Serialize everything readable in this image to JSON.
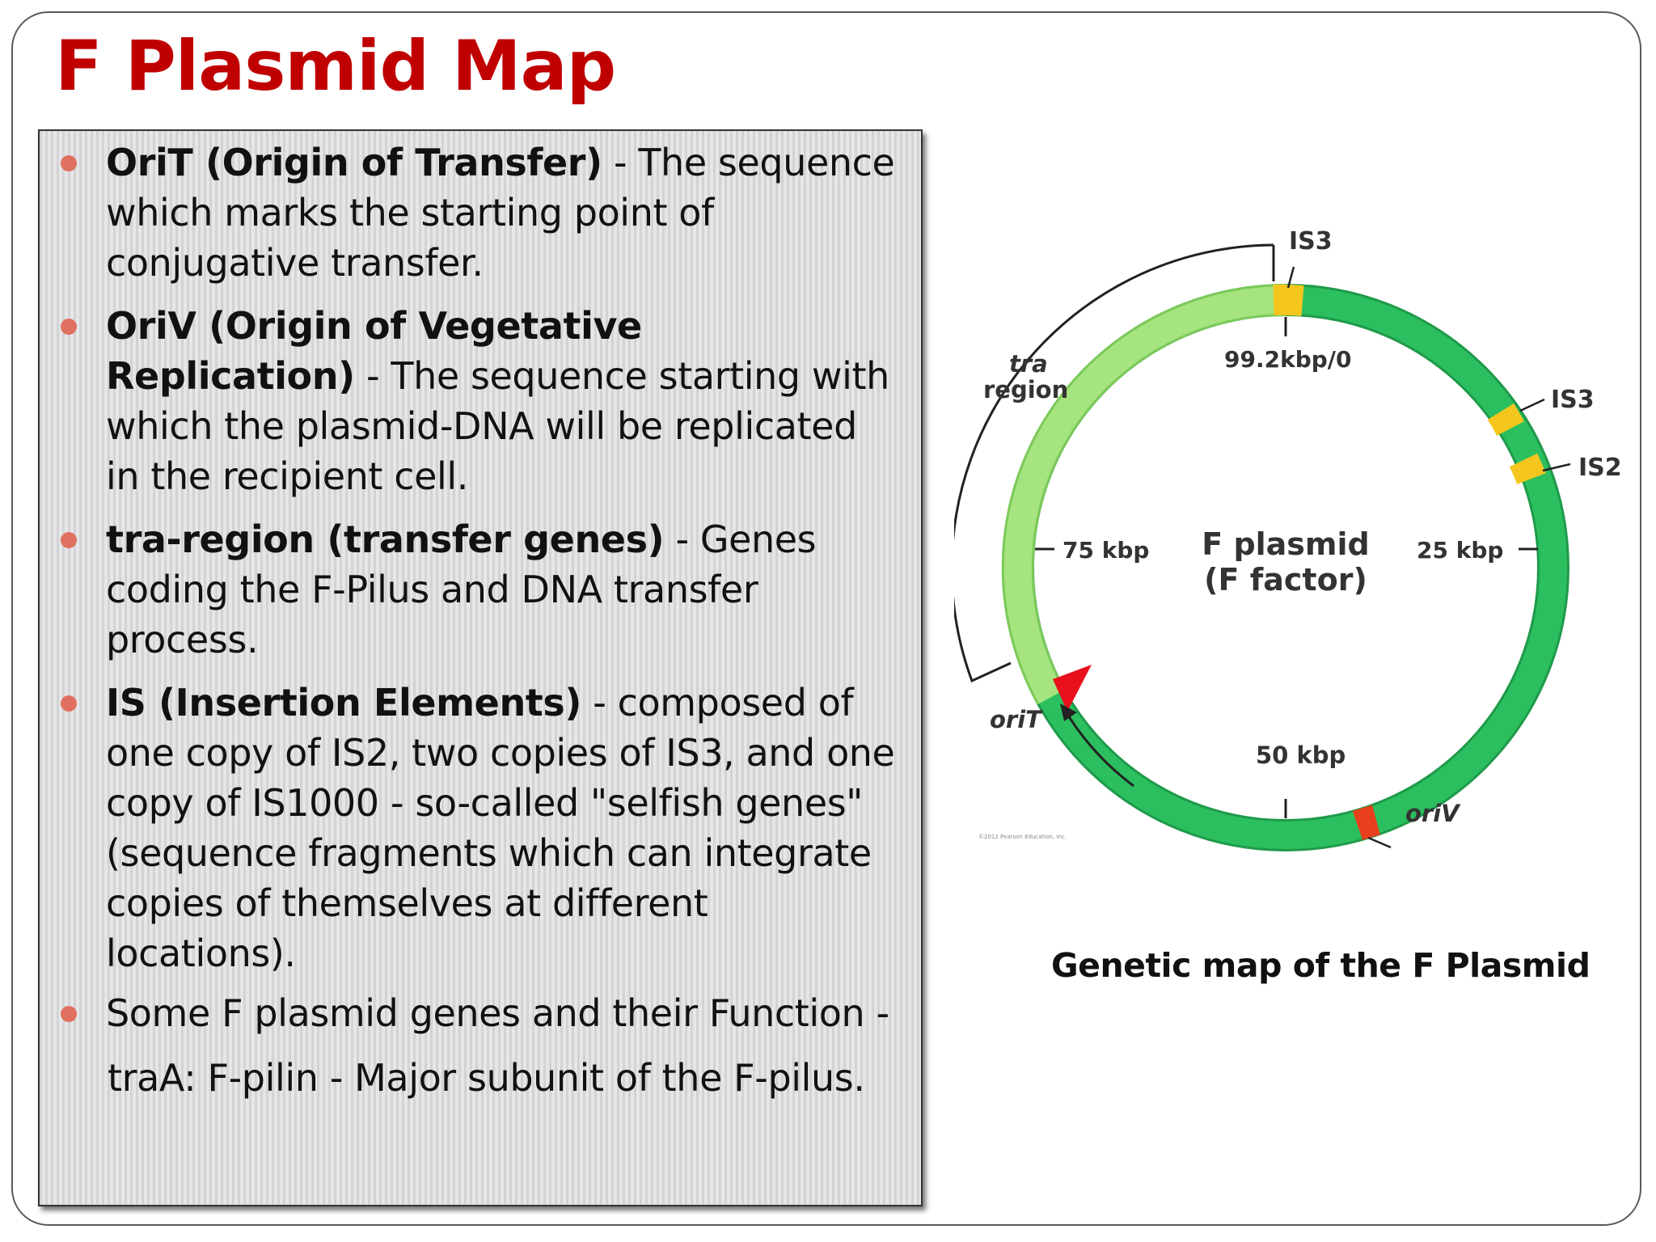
{
  "title": "F Plasmid Map",
  "bullets": [
    {
      "term": "OriT (Origin of Transfer)",
      "desc": " - The sequence which marks the starting point of conjugative transfer."
    },
    {
      "term": "OriV (Origin of Vegetative Replication)",
      "desc": " - The sequence starting with which the plasmid-DNA will be replicated in the recipient cell."
    },
    {
      "term": "tra-region (transfer genes)",
      "desc": " -  Genes coding the F-Pilus and DNA transfer process."
    },
    {
      "term": "IS (Insertion Elements)",
      "desc": " -  composed of one copy of IS2, two copies of IS3, and one copy of IS1000 -  so-called \"selfish genes\" (sequence fragments which can integrate copies of themselves at different locations)."
    },
    {
      "term": "",
      "desc": "Some F plasmid genes and their Function -"
    }
  ],
  "sub_line": "traA: F-pilin - Major subunit of the F-pilus.",
  "diagram": {
    "center_line1": "F plasmid",
    "center_line2": "(F factor)",
    "pos_top": "99.2kbp/0",
    "pos_right": "25 kbp",
    "pos_bottom": "50 kbp",
    "pos_left": "75 kbp",
    "is3_top": "IS3",
    "is3_right": "IS3",
    "is2": "IS2",
    "tra_line1": "tra",
    "tra_line2": "region",
    "orit": "oriT",
    "oriv": "oriV",
    "copyright": "©2012 Pearson Education, Inc.",
    "colors": {
      "ring_dark": "#2bbf5f",
      "ring_light": "#9ee27a",
      "is_yellow": "#f5c61e",
      "oriv_red": "#e8401c",
      "orit_red": "#e8101c"
    }
  },
  "caption": "Genetic map of the F Plasmid"
}
